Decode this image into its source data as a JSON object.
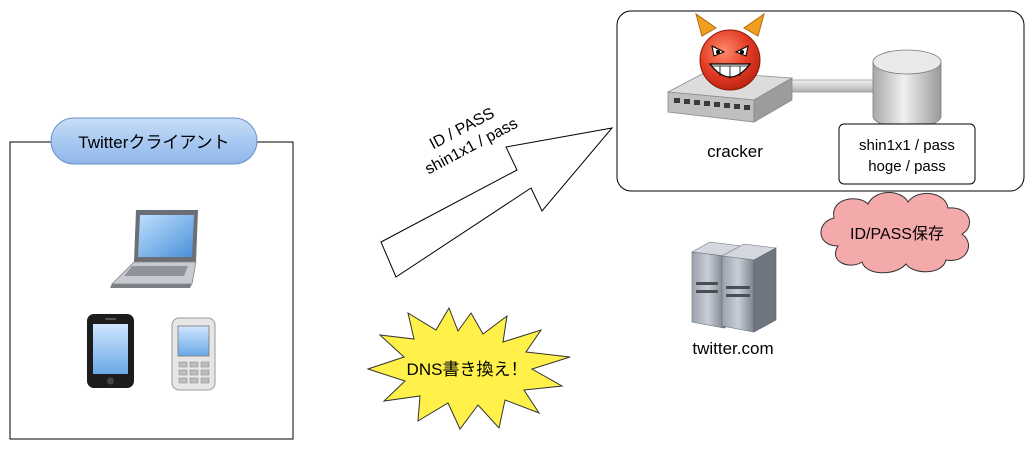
{
  "client": {
    "title": "Twitterクライアント"
  },
  "arrow": {
    "line1": "ID / PASS",
    "line2": "shin1x1 / pass"
  },
  "starburst": {
    "label": "DNS書き換え！"
  },
  "cracker": {
    "label": "cracker",
    "db_lines": [
      "shin1x1 / pass",
      "hoge / pass"
    ]
  },
  "cloud": {
    "label": "ID/PASS保存"
  },
  "server": {
    "label": "twitter.com"
  },
  "icons": {
    "laptop": "laptop-icon",
    "phone": "smartphone-icon",
    "feature_phone": "mobile-phone-icon",
    "router": "router-icon",
    "devil": "devil-face-icon",
    "database": "database-icon",
    "server": "server-icon"
  },
  "colors": {
    "client_pill": "#a9c9f2",
    "cloud": "#f4a9aa",
    "starburst": "#fff04a",
    "devil": "#e23a24"
  }
}
